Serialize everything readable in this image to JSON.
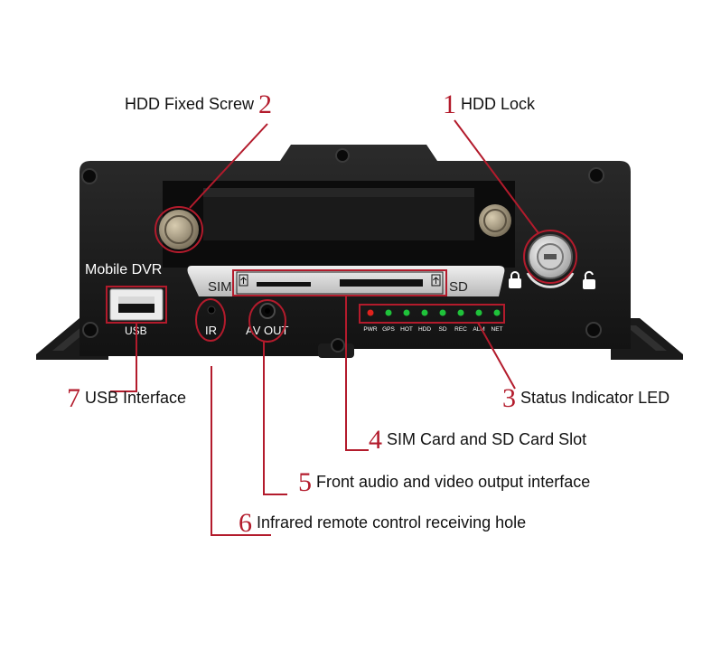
{
  "device": {
    "model_label": "Mobile DVR",
    "sim_label": "SIM",
    "sd_label": "SD",
    "usb_label": "USB",
    "ir_label": "IR",
    "av_out_label": "AV OUT",
    "indicators": [
      "PWR",
      "GPS",
      "HOT",
      "HDD",
      "SD",
      "REC",
      "ALM",
      "NET"
    ]
  },
  "callouts": [
    {
      "num": "1",
      "text": "HDD Lock"
    },
    {
      "num": "2",
      "text": "HDD Fixed Screw"
    },
    {
      "num": "3",
      "text": "Status Indicator LED"
    },
    {
      "num": "4",
      "text": "SIM Card and SD Card Slot"
    },
    {
      "num": "5",
      "text": "Front audio and video output interface"
    },
    {
      "num": "6",
      "text": "Infrared remote control receiving hole"
    },
    {
      "num": "7",
      "text": "USB Interface"
    }
  ],
  "colors": {
    "leader": "#b31b2c",
    "body": "#1c1c1c",
    "led_red": "#e0231d",
    "led_green": "#1fc23a",
    "panel_silver": "#d6d6d6"
  }
}
